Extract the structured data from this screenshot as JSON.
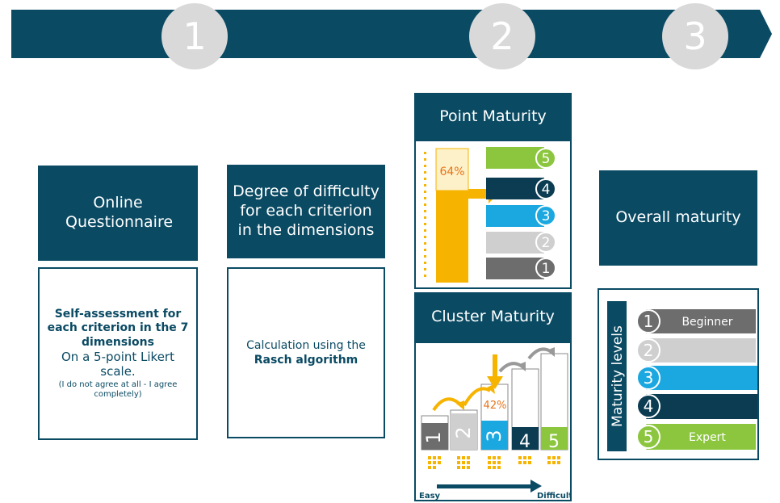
{
  "steps": [
    "1",
    "2",
    "3"
  ],
  "col1": {
    "header": "Online Questionnaire",
    "bold_text": "Self-assessment for each criterion in the 7 dimensions",
    "text": "On a 5-point Likert scale.",
    "small_text": "(I do not agree at all - I agree completely)"
  },
  "col2": {
    "header": "Degree of difficulty for each criterion in the dimensions",
    "text": "Calculation using the",
    "bold_text": "Rasch algorithm"
  },
  "point_maturity": {
    "header": "Point Maturity",
    "percent": "64%",
    "levels": [
      "5",
      "4",
      "3",
      "2",
      "1"
    ]
  },
  "cluster_maturity": {
    "header": "Cluster Maturity",
    "percent": "42%",
    "levels": [
      "1",
      "2",
      "3",
      "4",
      "5"
    ],
    "easy": "Easy",
    "difficult": "Difficult"
  },
  "overall": {
    "header": "Overall maturity",
    "side_label": "Maturity levels",
    "levels": [
      {
        "num": "1",
        "label": "Beginner"
      },
      {
        "num": "2",
        "label": ""
      },
      {
        "num": "3",
        "label": ""
      },
      {
        "num": "4",
        "label": ""
      },
      {
        "num": "5",
        "label": "Expert"
      }
    ]
  },
  "colors": {
    "dark_teal": "#0a4a63",
    "green": "#8cc63f",
    "navy": "#0b3c52",
    "blue": "#1ba8e0",
    "light_gray": "#cfcfcf",
    "dark_gray": "#6d6d6d",
    "orange": "#f6b300"
  }
}
